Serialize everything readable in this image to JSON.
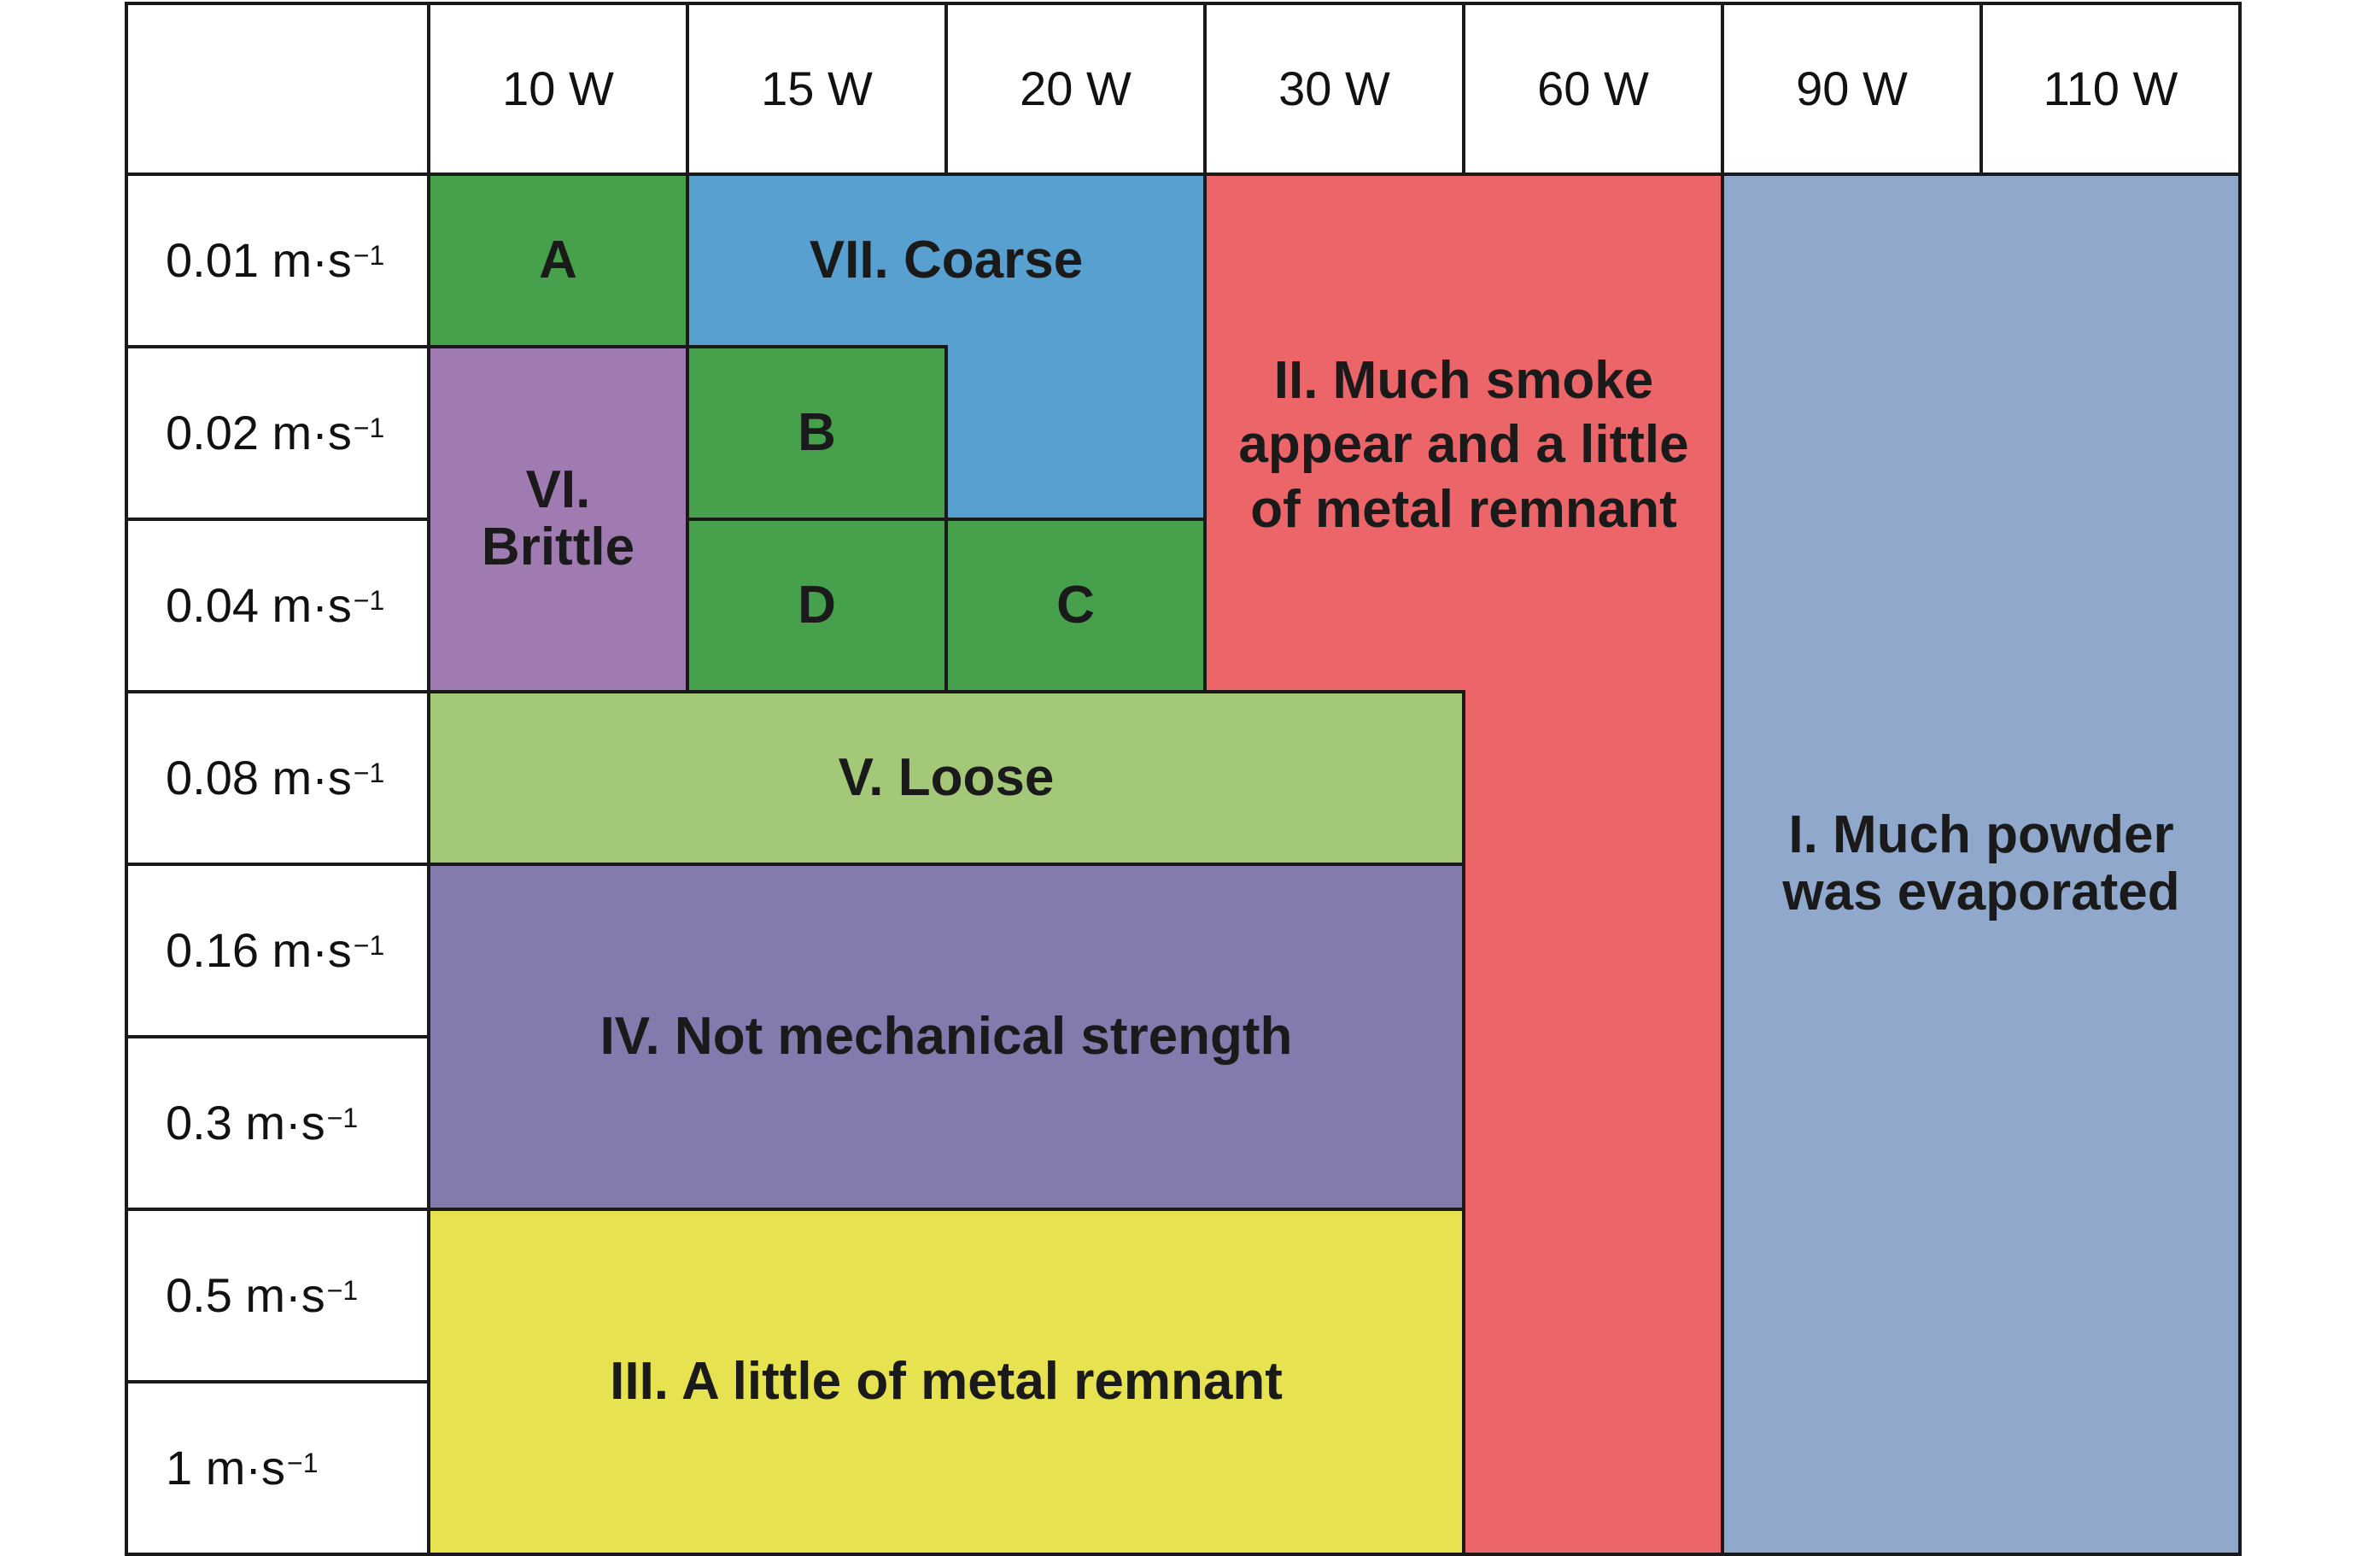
{
  "colors": {
    "green_region": "#47a04b",
    "coarse_blue": "#58a0cf",
    "brittle_purple": "#a07bb1",
    "loose_green": "#a2c878",
    "mechanical_purple": "#837bae",
    "remnant_yellow": "#e7e350",
    "smoke_red": "#ec6669",
    "evaporated_blue": "#8fa8cc"
  },
  "table": {
    "corner_label": "",
    "power_columns": [
      "10 W",
      "15 W",
      "20 W",
      "30 W",
      "60 W",
      "90 W",
      "110 W"
    ],
    "speed_rows": [
      {
        "base": "0.01 m·s",
        "exp": "−1"
      },
      {
        "base": "0.02 m·s",
        "exp": "−1"
      },
      {
        "base": "0.04 m·s",
        "exp": "−1"
      },
      {
        "base": "0.08 m·s",
        "exp": "−1"
      },
      {
        "base": "0.16 m·s",
        "exp": "−1"
      },
      {
        "base": "0.3 m·s",
        "exp": "−1"
      },
      {
        "base": "0.5 m·s",
        "exp": "−1"
      },
      {
        "base": "1 m·s",
        "exp": "−1"
      }
    ]
  },
  "regions": {
    "A": "A",
    "B": "B",
    "C": "C",
    "D": "D",
    "I": "I. Much powder\nwas evaporated",
    "II": "II. Much smoke\nappear and a little\nof metal remnant",
    "III": "III. A little of metal remnant",
    "IV": "IV. Not mechanical strength",
    "V": "V. Loose",
    "VI": "VI.\nBrittle",
    "VII": "VII. Coarse"
  }
}
